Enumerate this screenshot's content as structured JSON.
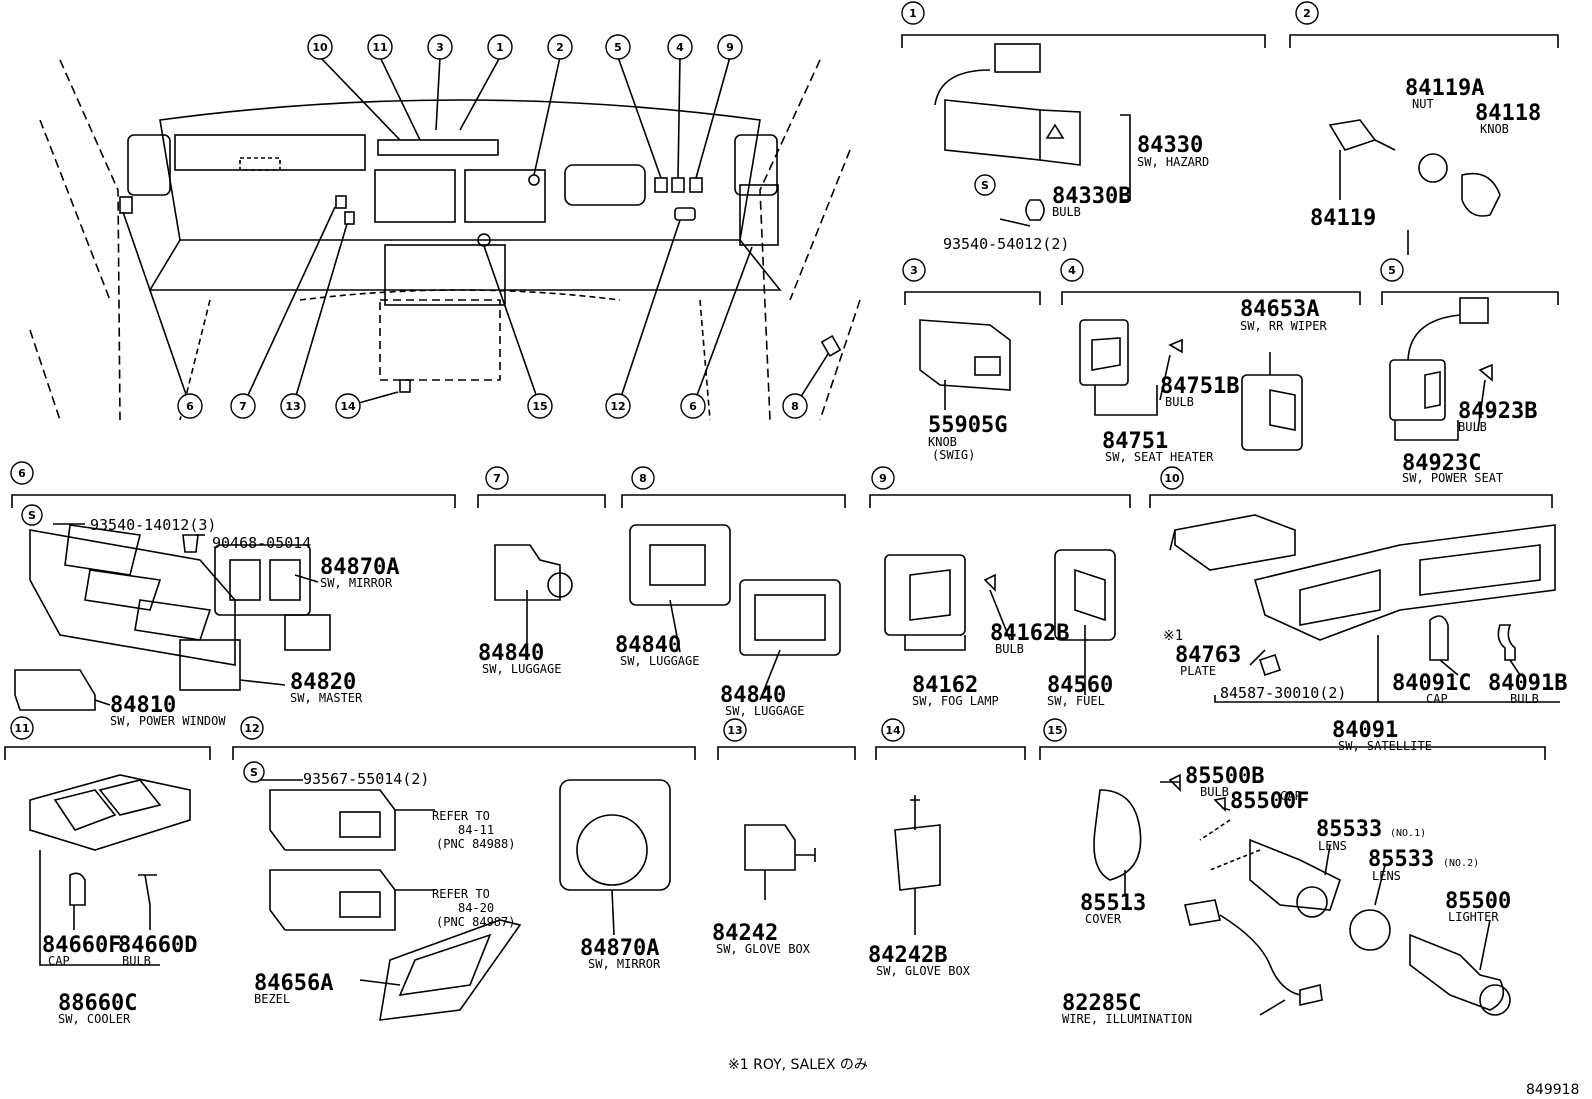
{
  "callouts": [
    "1",
    "2",
    "3",
    "4",
    "5",
    "6",
    "7",
    "8",
    "9",
    "10",
    "11",
    "12",
    "13",
    "14",
    "15"
  ],
  "overview_callouts": [
    "10",
    "11",
    "3",
    "1",
    "2",
    "5",
    "4",
    "9",
    "6",
    "7",
    "13",
    "14",
    "15",
    "12",
    "6",
    "8"
  ],
  "parts": {
    "p84330": {
      "pn": "84330",
      "desc": "SW, HAZARD"
    },
    "p84330B": {
      "pn": "84330B",
      "desc": "BULB"
    },
    "p93540_54012": {
      "pn": "93540-54012(2)"
    },
    "p84119A": {
      "pn": "84119A",
      "desc": "NUT"
    },
    "p84118": {
      "pn": "84118",
      "desc": "KNOB"
    },
    "p84119": {
      "pn": "84119"
    },
    "p55905G": {
      "pn": "55905G",
      "desc": "KNOB",
      "desc2": "(SWIG)"
    },
    "p84653A": {
      "pn": "84653A",
      "desc": "SW, RR WIPER"
    },
    "p84751B": {
      "pn": "84751B",
      "desc": "BULB"
    },
    "p84751": {
      "pn": "84751",
      "desc": "SW, SEAT HEATER"
    },
    "p84923B": {
      "pn": "84923B",
      "desc": "BULB"
    },
    "p84923C": {
      "pn": "84923C",
      "desc": "SW, POWER SEAT"
    },
    "p93540_14012": {
      "pn": "93540-14012(3)"
    },
    "p90468_05014": {
      "pn": "90468-05014"
    },
    "p84870A_6": {
      "pn": "84870A",
      "desc": "SW, MIRROR"
    },
    "p84820": {
      "pn": "84820",
      "desc": "SW, MASTER"
    },
    "p84810": {
      "pn": "84810",
      "desc": "SW, POWER WINDOW"
    },
    "p84840_7": {
      "pn": "84840",
      "desc": "SW, LUGGAGE"
    },
    "p84840_8a": {
      "pn": "84840",
      "desc": "SW, LUGGAGE"
    },
    "p84840_8b": {
      "pn": "84840",
      "desc": "SW, LUGGAGE"
    },
    "p84162B": {
      "pn": "84162B",
      "desc": "BULB"
    },
    "p84162": {
      "pn": "84162",
      "desc": "SW, FOG LAMP"
    },
    "p84560": {
      "pn": "84560",
      "desc": "SW, FUEL"
    },
    "p84763": {
      "pn": "84763",
      "desc": "PLATE",
      "mark": "※1"
    },
    "p84587": {
      "pn": "84587-30010(2)"
    },
    "p84091C": {
      "pn": "84091C",
      "desc": "CAP"
    },
    "p84091B": {
      "pn": "84091B",
      "desc": "BULB"
    },
    "p84091": {
      "pn": "84091",
      "desc": "SW, SATELLITE"
    },
    "p84660F": {
      "pn": "84660F",
      "desc": "CAP"
    },
    "p84660D": {
      "pn": "84660D",
      "desc": "BULB"
    },
    "p88660C": {
      "pn": "88660C",
      "desc": "SW, COOLER"
    },
    "p93567": {
      "pn": "93567-55014(2)"
    },
    "ref1": {
      "l1": "REFER TO",
      "l2": "84-11",
      "l3": "(PNC 84988)"
    },
    "ref2": {
      "l1": "REFER TO",
      "l2": "84-20",
      "l3": "(PNC 84987)"
    },
    "p84656A": {
      "pn": "84656A",
      "desc": "BEZEL"
    },
    "p84870A_12": {
      "pn": "84870A",
      "desc": "SW, MIRROR"
    },
    "p84242": {
      "pn": "84242",
      "desc": "SW, GLOVE BOX"
    },
    "p84242B": {
      "pn": "84242B",
      "desc": "SW, GLOVE BOX"
    },
    "p85500B": {
      "pn": "85500B",
      "desc": "BULB"
    },
    "p85500F": {
      "pn": "85500F",
      "desc": "CAP"
    },
    "p85533_1": {
      "pn": "85533",
      "sub": "(NO.1)",
      "desc": "LENS"
    },
    "p85533_2": {
      "pn": "85533",
      "sub": "(NO.2)",
      "desc": "LENS"
    },
    "p85513": {
      "pn": "85513",
      "desc": "COVER"
    },
    "p85500": {
      "pn": "85500",
      "desc": "LIGHTER"
    },
    "p82285C": {
      "pn": "82285C",
      "desc": "WIRE, ILLUMINATION"
    }
  },
  "footnote": "※1 ROY, SALEX のみ",
  "diagram_id": "849918"
}
